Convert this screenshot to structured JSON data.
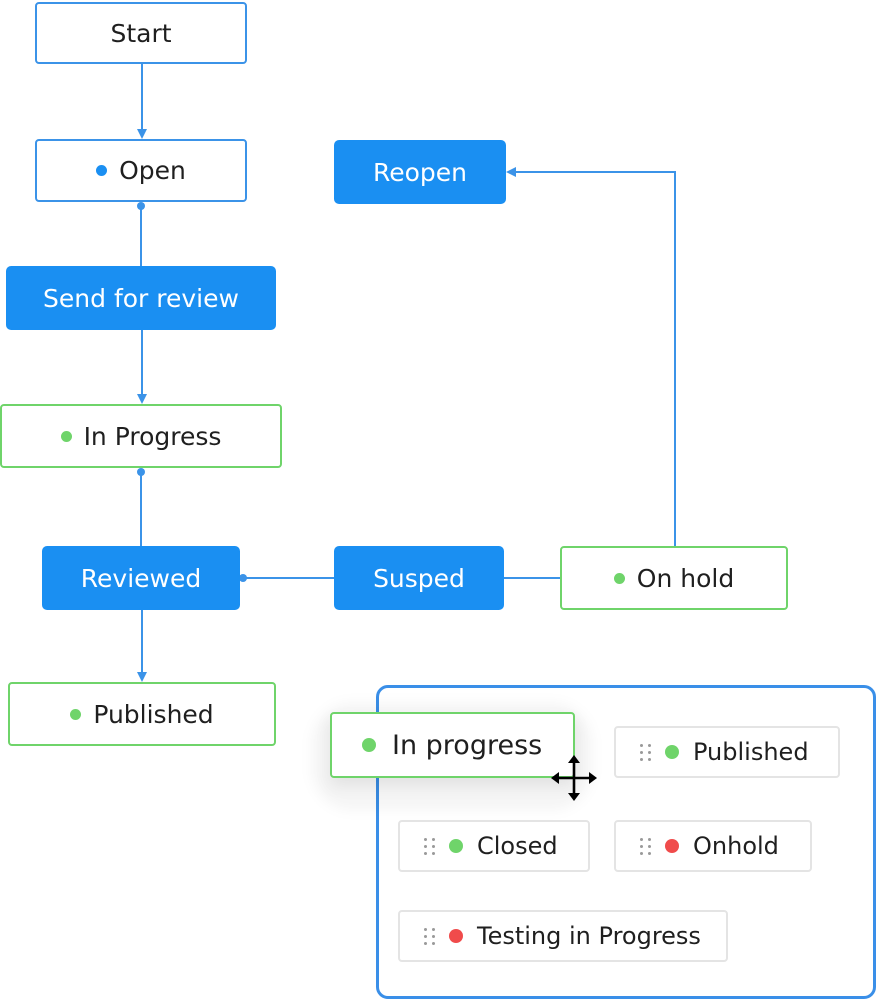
{
  "colors": {
    "connector": "#3b93e8",
    "action_bg": "#1a8ff2",
    "open_dot": "#1a8ff2",
    "green_dot": "#6fd46a",
    "red_dot": "#f04b4b"
  },
  "flow": {
    "start": "Start",
    "open": "Open",
    "send_for_review": "Send for review",
    "in_progress": "In Progress",
    "reviewed": "Reviewed",
    "published": "Published",
    "reopen": "Reopen",
    "suspend": "Susped",
    "on_hold": "On hold"
  },
  "drag": {
    "label": "In progress",
    "icon": "move-arrows-icon"
  },
  "palette": {
    "items": [
      {
        "label": "Published",
        "dot": "green"
      },
      {
        "label": "Closed",
        "dot": "green"
      },
      {
        "label": "Onhold",
        "dot": "red"
      },
      {
        "label": "Testing in Progress",
        "dot": "red"
      }
    ]
  }
}
